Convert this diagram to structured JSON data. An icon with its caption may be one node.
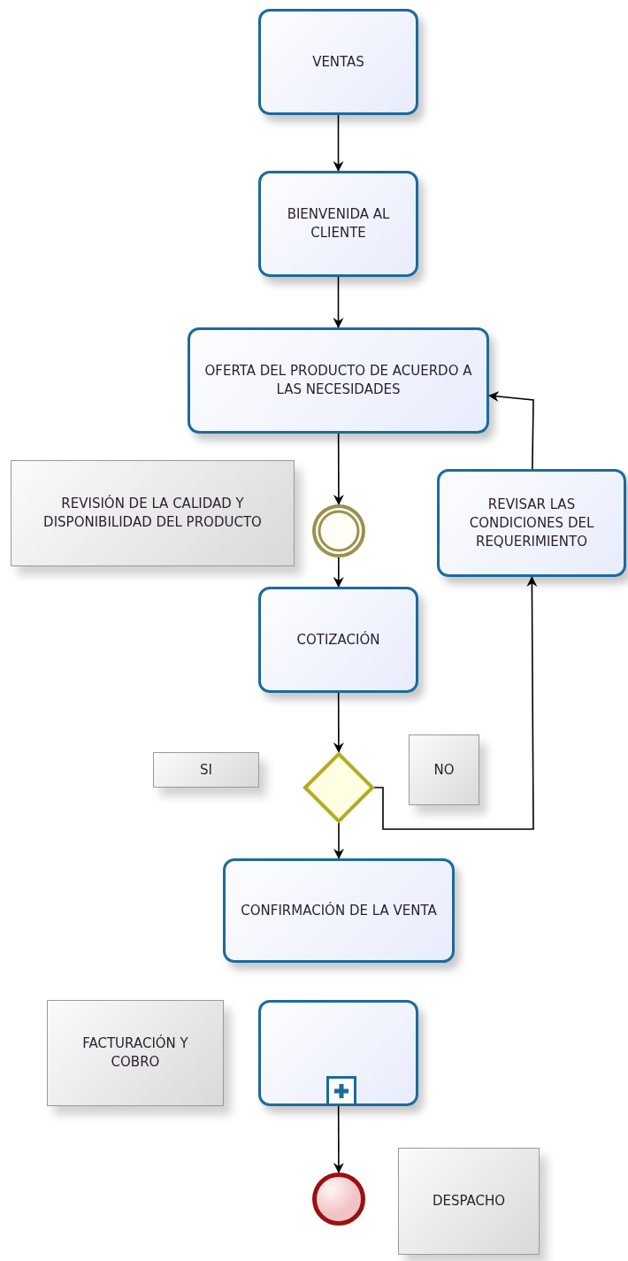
{
  "diagram": {
    "nodes": [
      {
        "text": [
          "VENTAS"
        ]
      },
      {
        "text": [
          "BIENVENIDA AL CLIENTE"
        ]
      },
      {
        "text": [
          "OFERTA DEL PRODUCTO DE ACUERDO A  LAS NECESIDADES"
        ]
      },
      {
        "text": [
          "REVISIÓN DE LA CALIDAD Y DISPONIBILIDAD DEL PRODUCTO"
        ]
      },
      {
        "text": [
          "REVISAR LAS CONDICIONES DEL REQUERIMIENTO"
        ]
      },
      {
        "text": [],
        "shape": "circle"
      },
      {
        "text": [
          "COTIZACIÓN"
        ]
      },
      {
        "text": [
          "SI"
        ]
      },
      {
        "text": [],
        "shape": "diamond"
      },
      {
        "text": [
          "NO"
        ]
      },
      {
        "text": [
          "CONFIRMACIÓN DE LA VENTA"
        ]
      },
      {
        "text": [
          "FACTURACIÓN Y COBRO"
        ]
      },
      {
        "text": [],
        "shape": "box"
      },
      {
        "text": [
          "DESPACHO"
        ]
      },
      {
        "text": [],
        "shape": "circle"
      }
    ],
    "edges": [
      {
        "from": 0,
        "to": 1,
        "arrow": "to"
      },
      {
        "from": 1,
        "to": 2,
        "arrow": "to"
      },
      {
        "from": 2,
        "to": 5,
        "arrow": "to"
      },
      {
        "from": 5,
        "to": 6,
        "arrow": "to"
      },
      {
        "from": 6,
        "to": 8,
        "arrow": "to"
      },
      {
        "from": 8,
        "to": 10,
        "arrow": "to"
      },
      {
        "from": 8,
        "to": 4,
        "arrow": "to"
      },
      {
        "from": 4,
        "to": 2,
        "arrow": "to"
      },
      {
        "from": 12,
        "to": 14,
        "arrow": "to"
      }
    ]
  }
}
